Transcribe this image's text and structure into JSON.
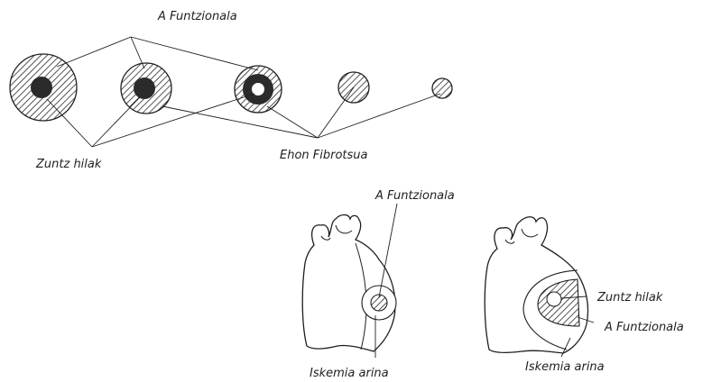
{
  "labels": {
    "top_functional": "A Funtzionala",
    "top_dead_fibers": "Zuntz hilak",
    "top_fibrous": "Ehon Fibrotsua",
    "mid_functional": "A Funtzionala",
    "heart1_ischemia": "Iskemia arina",
    "heart2_dead_fibers": "Zuntz hilak",
    "heart2_functional": "A Funtzionala",
    "heart2_ischemia": "Iskemia arina"
  },
  "colors": {
    "ink": "#1f1f1f",
    "dark_core": "#2b2b2b",
    "background": "#ffffff"
  }
}
